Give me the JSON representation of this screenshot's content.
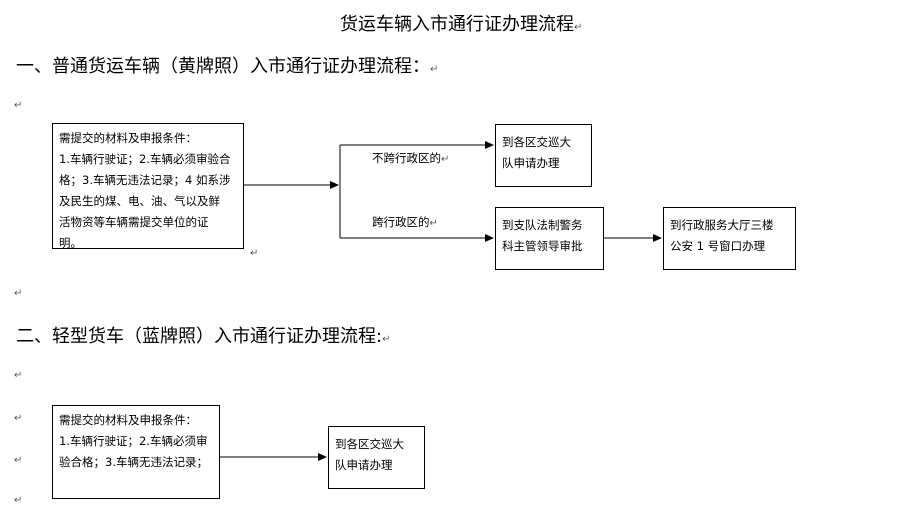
{
  "title": "货运车辆入市通行证办理流程",
  "section1": {
    "heading": "一、普通货运车辆（黄牌照）入市通行证办理流程：",
    "materials_lines": [
      "需提交的材料及申报条件：",
      "1.车辆行驶证；2.车辆必须审验合",
      "格；3.车辆无违法记录；4 如系涉",
      "及民生的煤、电、油、气以及鲜",
      "活物资等车辆需提交单位的证",
      "明。"
    ],
    "branch_no_cross": "不跨行政区的",
    "branch_cross": "跨行政区的",
    "box_district": [
      "到各区交巡大",
      "队申请办理"
    ],
    "box_legal": [
      "到支队法制警务",
      "科主管领导审批"
    ],
    "box_hall": [
      "到行政服务大厅三楼",
      "公安 1 号窗口办理"
    ]
  },
  "section2": {
    "heading": "二、轻型货车（蓝牌照）入市通行证办理流程:",
    "materials_lines": [
      "需提交的材料及申报条件：",
      "1.车辆行驶证；2.车辆必须审",
      "验合格；3.车辆无违法记录；"
    ],
    "box_district": [
      "到各区交巡大",
      "队申请办理"
    ]
  },
  "paragraph_mark": "↵"
}
